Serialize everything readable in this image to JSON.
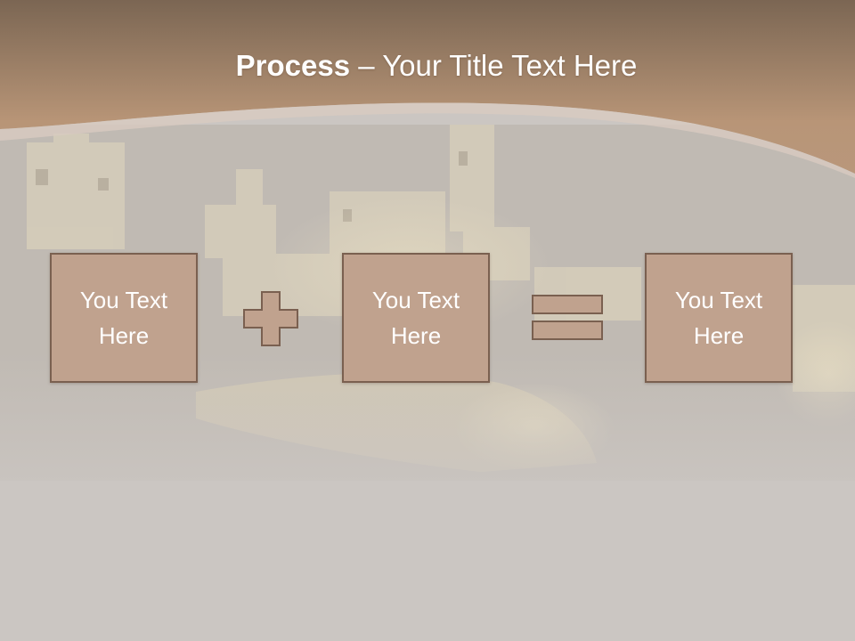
{
  "title": {
    "bold": "Process",
    "rest": " – Your Title Text Here"
  },
  "boxes": [
    {
      "text": "You Text Here"
    },
    {
      "text": "You Text Here"
    },
    {
      "text": "You Text Here"
    }
  ],
  "operators": [
    "plus",
    "equals"
  ],
  "colors": {
    "header_top": "#7b6653",
    "header_bottom": "#b89577",
    "background": "#cbc6c2",
    "box_fill": "#c0a28e",
    "box_border": "#7a6050",
    "text": "#ffffff"
  }
}
